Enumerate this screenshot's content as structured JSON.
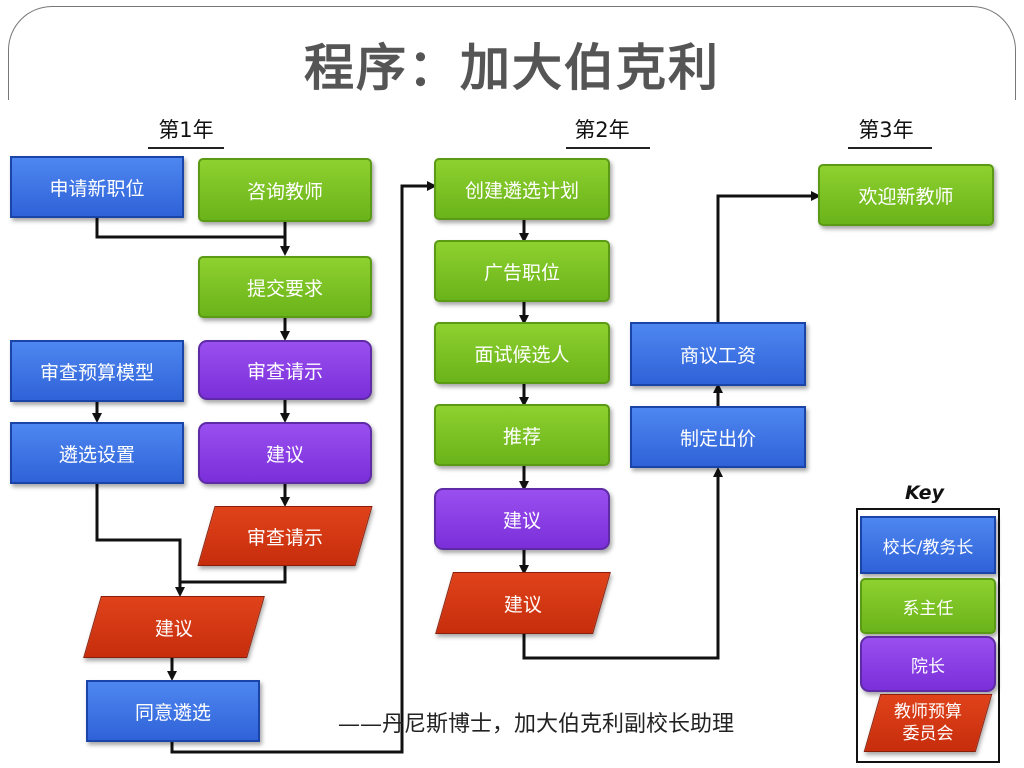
{
  "title": "程序：加大伯克利",
  "years": [
    "第1年",
    "第2年",
    "第3年"
  ],
  "col1": {
    "new_position": "申请新职位",
    "budget_review": "审查预算模型",
    "search_setup": "遴选设置",
    "recommend_red": "建议",
    "approve_search": "同意遴选"
  },
  "col2": {
    "consult_faculty": "咨询教师",
    "submit_request": "提交要求",
    "review_request_purple": "审查请示",
    "recommend_purple": "建议",
    "review_request_red": "审查请示"
  },
  "col3": {
    "create_plan": "创建遴选计划",
    "advertise": "广告职位",
    "interview": "面试候选人",
    "recommend_green": "推荐",
    "recommend_purple": "建议",
    "recommend_red": "建议"
  },
  "col4": {
    "negotiate_salary": "商议工资",
    "make_offer": "制定出价"
  },
  "col5": {
    "welcome": "欢迎新教师"
  },
  "key": {
    "title": "Key",
    "blue": "校长/教务长",
    "green": "系主任",
    "purple": "院长",
    "red": "教师预算委员会"
  },
  "colors": {
    "blue": "#3a6fe3",
    "green": "#7cc224",
    "purple": "#8a3fe6",
    "red": "#d6370f"
  },
  "attribution": "——丹尼斯博士，加大伯克利副校长助理"
}
